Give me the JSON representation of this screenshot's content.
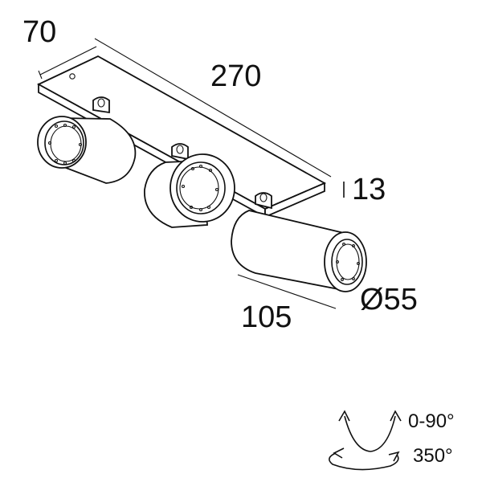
{
  "dimensions": {
    "depth": "70",
    "length": "270",
    "height": "13",
    "spot_length": "105",
    "spot_diameter": "Ø55"
  },
  "adjustment": {
    "tilt": "0-90°",
    "rotation": "350°"
  }
}
